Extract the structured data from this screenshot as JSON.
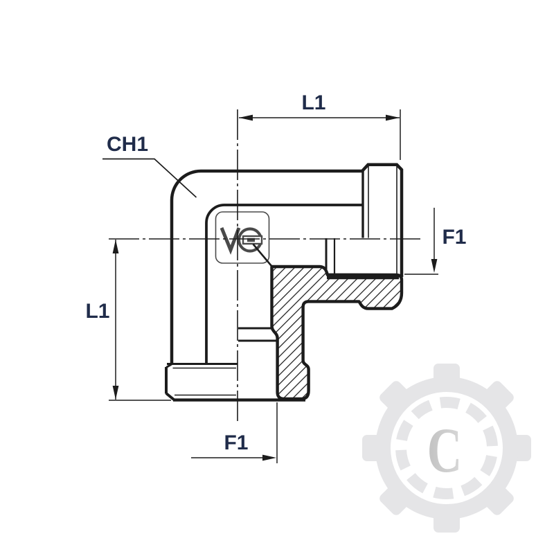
{
  "drawing": {
    "dimension_labels": {
      "top": "L1",
      "left": "L1",
      "right": "F1",
      "bottom": "F1"
    },
    "callout_label": "CH1",
    "colors": {
      "line_color": "#1c1c1c",
      "label_color": "#202c4a",
      "logo_color": "#4a4a4a",
      "watermark_color": "#e5e5e7",
      "watermark_letter_color": "#c8c8c8"
    }
  },
  "watermark": {
    "letter": "C"
  }
}
